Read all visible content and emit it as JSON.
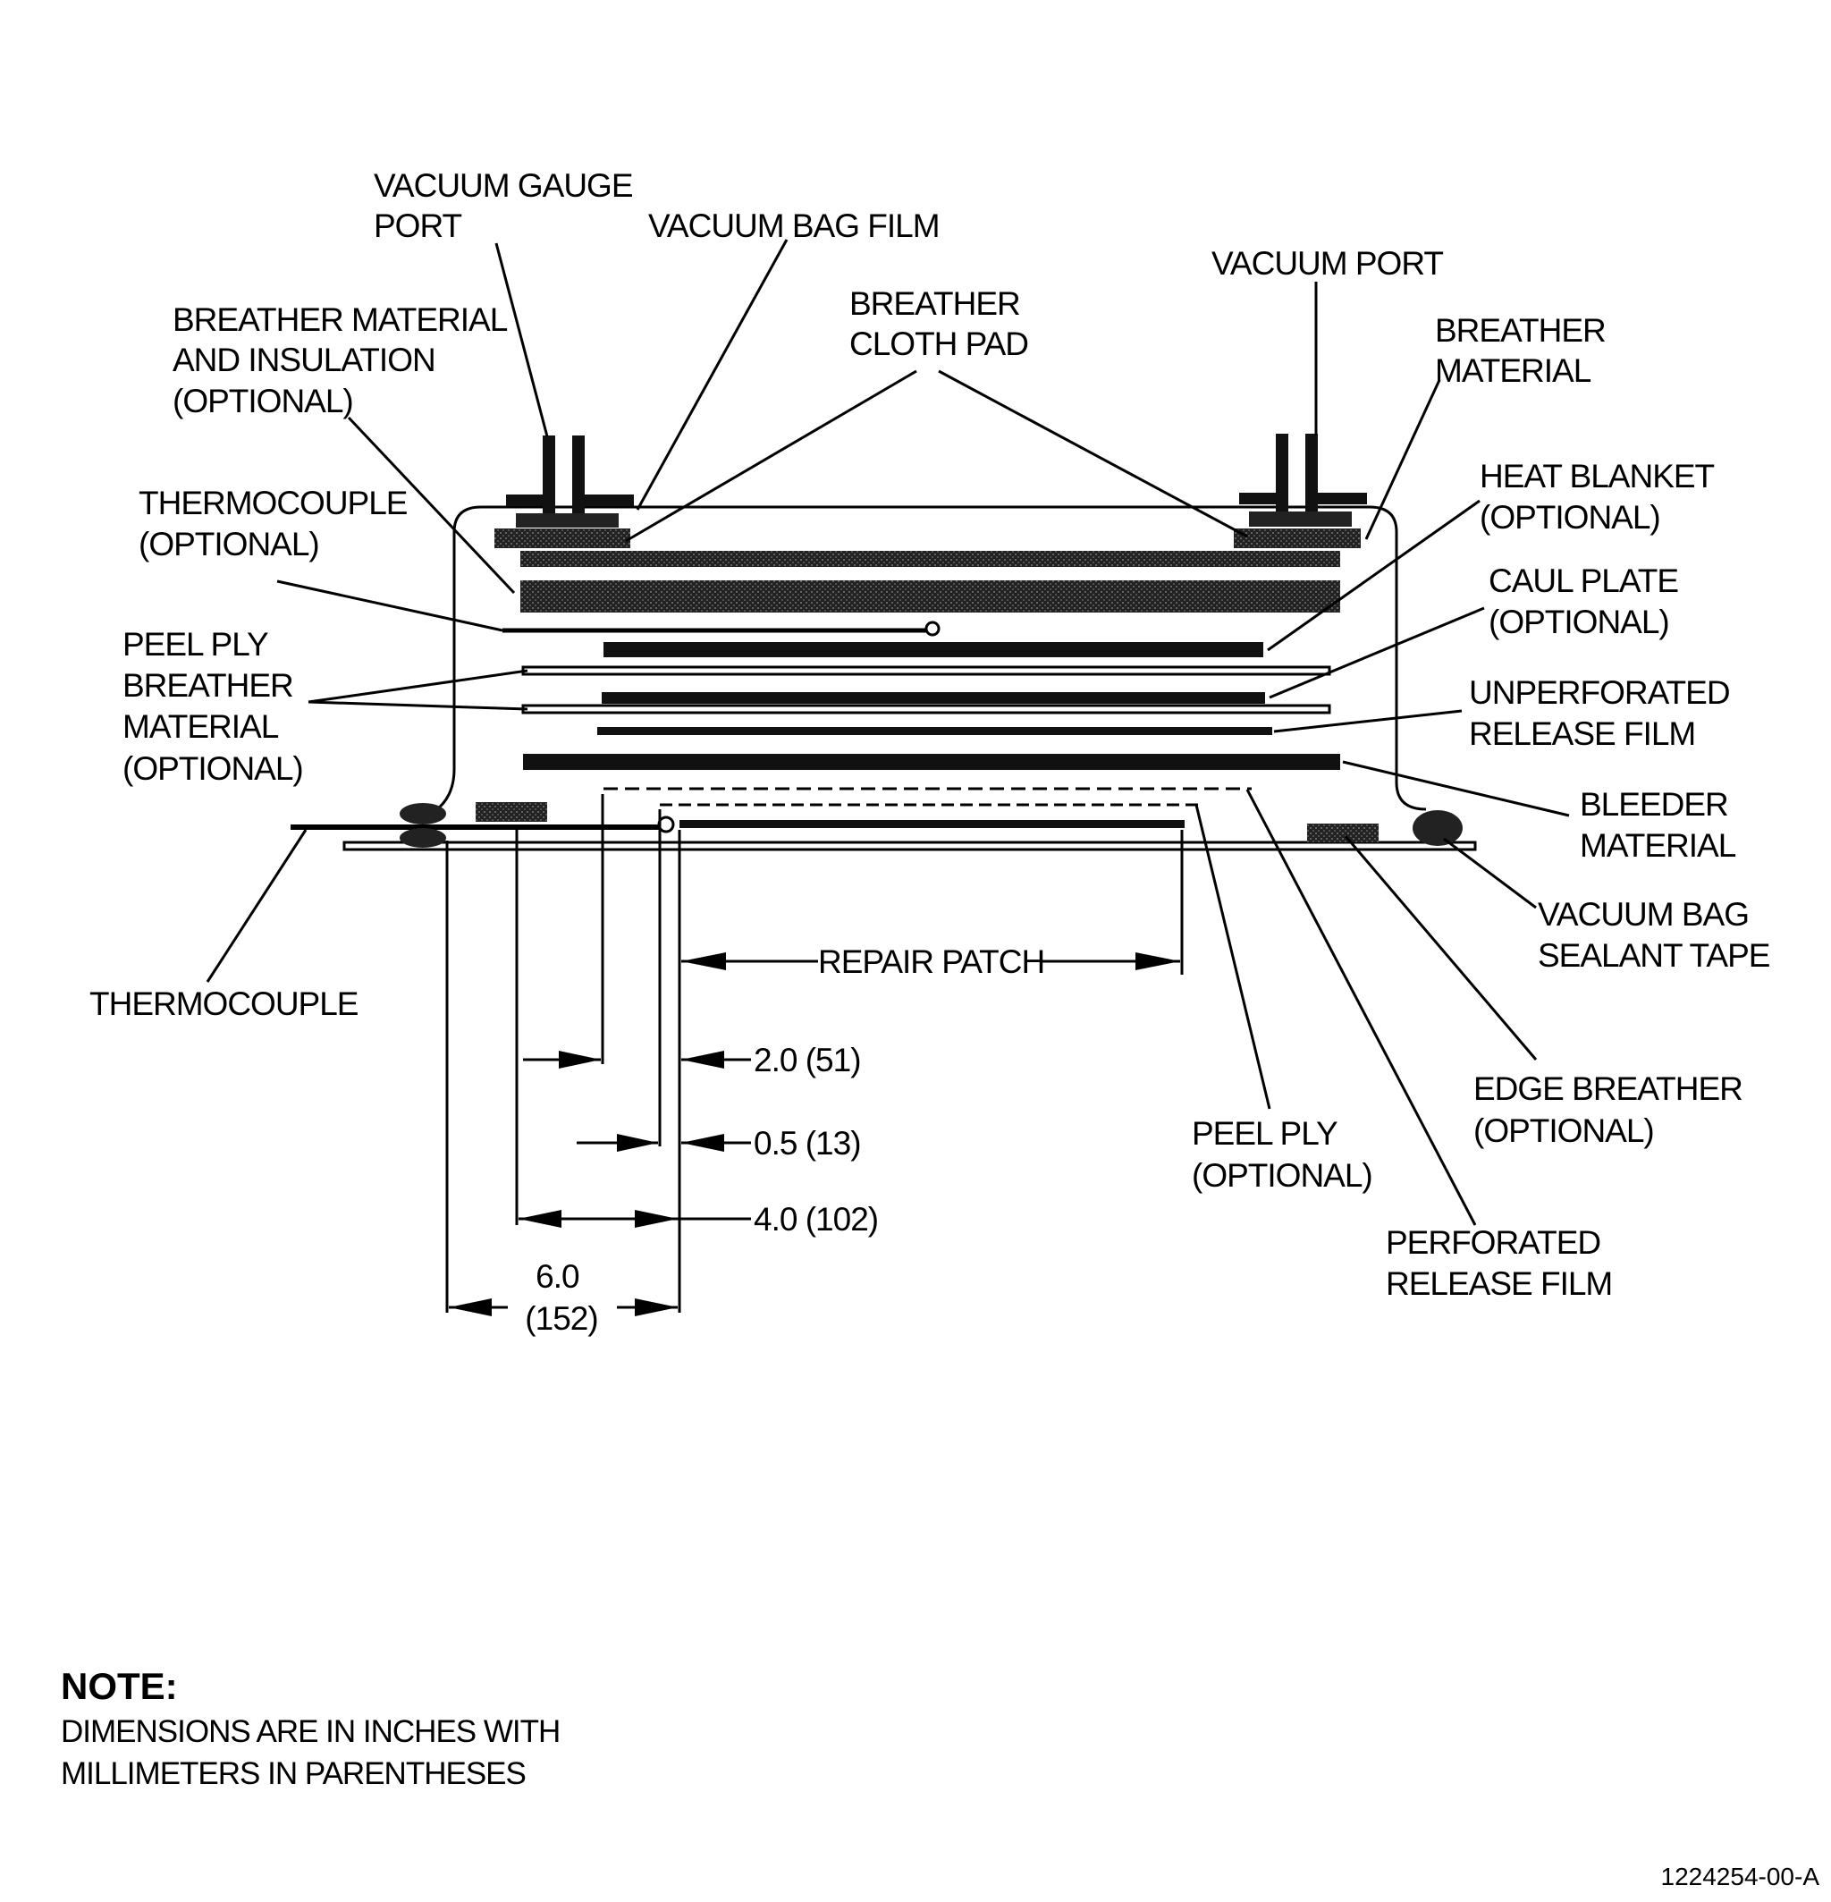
{
  "labels": {
    "vacuum_gauge_port": [
      "VACUUM GAUGE",
      "PORT"
    ],
    "vacuum_bag_film": [
      "VACUUM BAG FILM"
    ],
    "breather_cloth_pad": [
      "BREATHER",
      "CLOTH PAD"
    ],
    "vacuum_port": [
      "VACUUM PORT"
    ],
    "breather_material_right": [
      "BREATHER",
      "MATERIAL"
    ],
    "breather_insulation": [
      "BREATHER MATERIAL",
      "AND INSULATION",
      "(OPTIONAL)"
    ],
    "thermocouple_optional": [
      "THERMOCOUPLE",
      "(OPTIONAL)"
    ],
    "heat_blanket": [
      "HEAT BLANKET",
      "(OPTIONAL)"
    ],
    "caul_plate": [
      "CAUL PLATE",
      "(OPTIONAL)"
    ],
    "peel_ply_breather": [
      "PEEL PLY",
      "BREATHER",
      "MATERIAL",
      "(OPTIONAL)"
    ],
    "unperforated_release_film": [
      "UNPERFORATED",
      "RELEASE FILM"
    ],
    "bleeder_material": [
      "BLEEDER",
      "MATERIAL"
    ],
    "vacuum_bag_sealant_tape": [
      "VACUUM BAG",
      "SEALANT TAPE"
    ],
    "thermocouple": [
      "THERMOCOUPLE"
    ],
    "edge_breather": [
      "EDGE BREATHER",
      "(OPTIONAL)"
    ],
    "peel_ply_optional": [
      "PEEL PLY",
      "(OPTIONAL)"
    ],
    "perforated_release_film": [
      "PERFORATED",
      "RELEASE FILM"
    ]
  },
  "dimensions": {
    "repair_patch": "REPAIR PATCH",
    "dim_2_0": "2.0 (51)",
    "dim_0_5": "0.5 (13)",
    "dim_4_0": "4.0 (102)",
    "dim_6_0": [
      "6.0",
      "(152)"
    ]
  },
  "note": {
    "title": "NOTE:",
    "lines": [
      "DIMENSIONS ARE IN INCHES WITH",
      "MILLIMETERS IN PARENTHESES"
    ]
  },
  "figure_id": "1224254-00-A"
}
